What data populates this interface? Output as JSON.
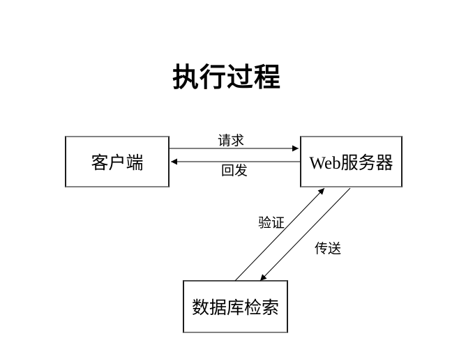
{
  "slide": {
    "title": "执行过程"
  },
  "nodes": {
    "client": {
      "label": "客户端"
    },
    "server": {
      "label": "Web服务器"
    },
    "database": {
      "label": "数据库检索"
    }
  },
  "arrows": {
    "request": {
      "label": "请求",
      "from": "client",
      "to": "server"
    },
    "postback": {
      "label": "回发",
      "from": "server",
      "to": "client"
    },
    "validate": {
      "label": "验证",
      "from": "database",
      "to": "server"
    },
    "transmit": {
      "label": "传送",
      "from": "server",
      "to": "database"
    }
  },
  "colors": {
    "background": "#ffffff",
    "arrow_line": "#000000",
    "text": "#000000",
    "box_border_horizontal": "#828282",
    "box_border_vertical": "#1c1c1c"
  }
}
